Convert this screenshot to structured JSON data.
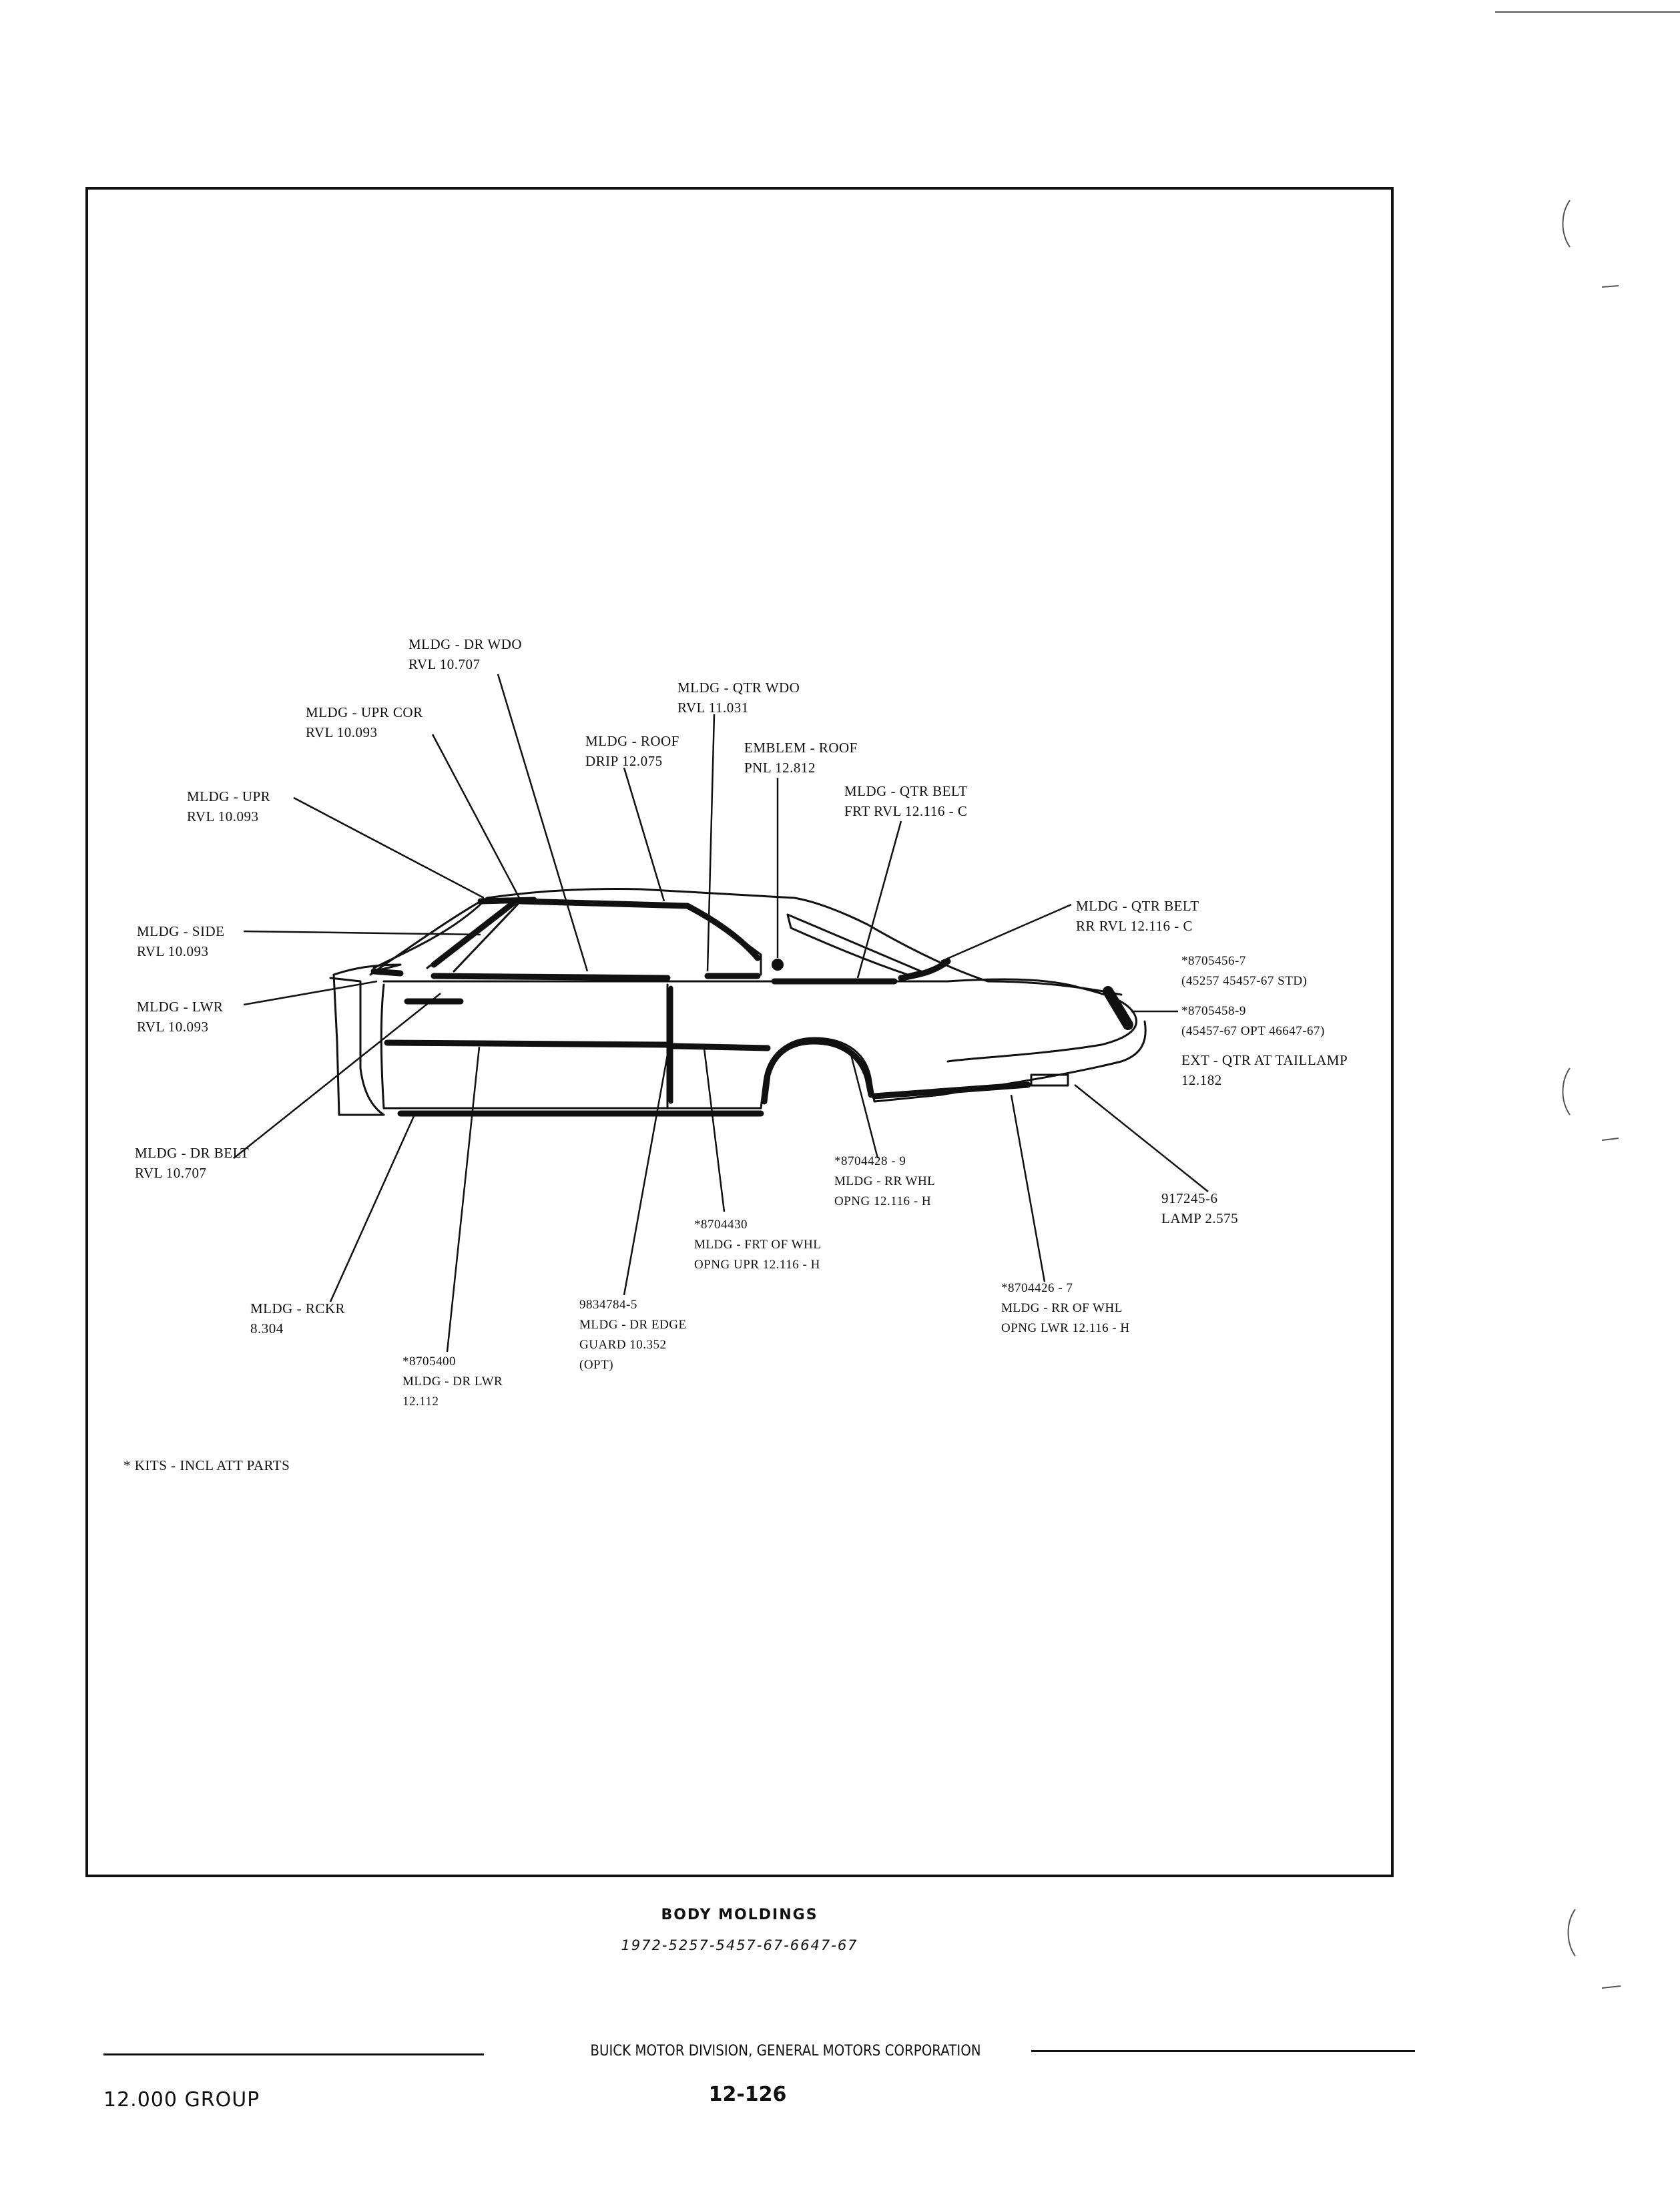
{
  "labels": {
    "dr_wdo": [
      "MLDG - DR WDO",
      "RVL 10.707"
    ],
    "upr_cor": [
      "MLDG - UPR COR",
      "RVL 10.093"
    ],
    "upr": [
      "MLDG - UPR",
      "RVL 10.093"
    ],
    "qtr_wdo": [
      "MLDG - QTR WDO",
      "RVL 11.031"
    ],
    "roof_drip": [
      "MLDG - ROOF",
      "DRIP 12.075"
    ],
    "emblem_roof": [
      "EMBLEM - ROOF",
      "PNL 12.812"
    ],
    "qtr_belt_frt": [
      "MLDG - QTR BELT",
      "FRT RVL 12.116 - C"
    ],
    "qtr_belt_rr": [
      "MLDG - QTR BELT",
      "RR RVL 12.116 - C"
    ],
    "side": [
      "MLDG - SIDE",
      "RVL 10.093"
    ],
    "lwr": [
      "MLDG - LWR",
      "RVL 10.093"
    ],
    "ext_std": [
      "*8705456-7",
      "(45257 45457-67 STD)"
    ],
    "ext_opt": [
      "*8705458-9",
      "(45457-67 OPT 46647-67)"
    ],
    "ext_qtr": [
      "EXT - QTR AT TAILLAMP",
      "12.182"
    ],
    "dr_belt": [
      "MLDG - DR BELT",
      "RVL 10.707"
    ],
    "rr_whl": [
      "*8704428 - 9",
      "MLDG - RR WHL",
      "OPNG 12.116 - H"
    ],
    "lamp": [
      "917245-6",
      "LAMP 2.575"
    ],
    "frt_of_whl": [
      "*8704430",
      "MLDG - FRT OF WHL",
      "OPNG UPR 12.116 - H"
    ],
    "rr_of_whl": [
      "*8704426 - 7",
      "MLDG - RR OF WHL",
      "OPNG LWR 12.116 - H"
    ],
    "rckr": [
      "MLDG - RCKR",
      "8.304"
    ],
    "dr_edge": [
      "9834784-5",
      "MLDG - DR EDGE",
      "GUARD 10.352",
      "(OPT)"
    ],
    "dr_lwr": [
      "*8705400",
      "MLDG - DR LWR",
      "12.112"
    ],
    "kits_note": [
      "* KITS - INCL ATT PARTS"
    ]
  },
  "caption": {
    "title": "BODY MOLDINGS",
    "subtitle": "1972-5257-5457-67-6647-67"
  },
  "footer": {
    "company": "BUICK MOTOR DIVISION, GENERAL MOTORS CORPORATION",
    "group": "12.000 GROUP",
    "page_number": "12-126"
  }
}
